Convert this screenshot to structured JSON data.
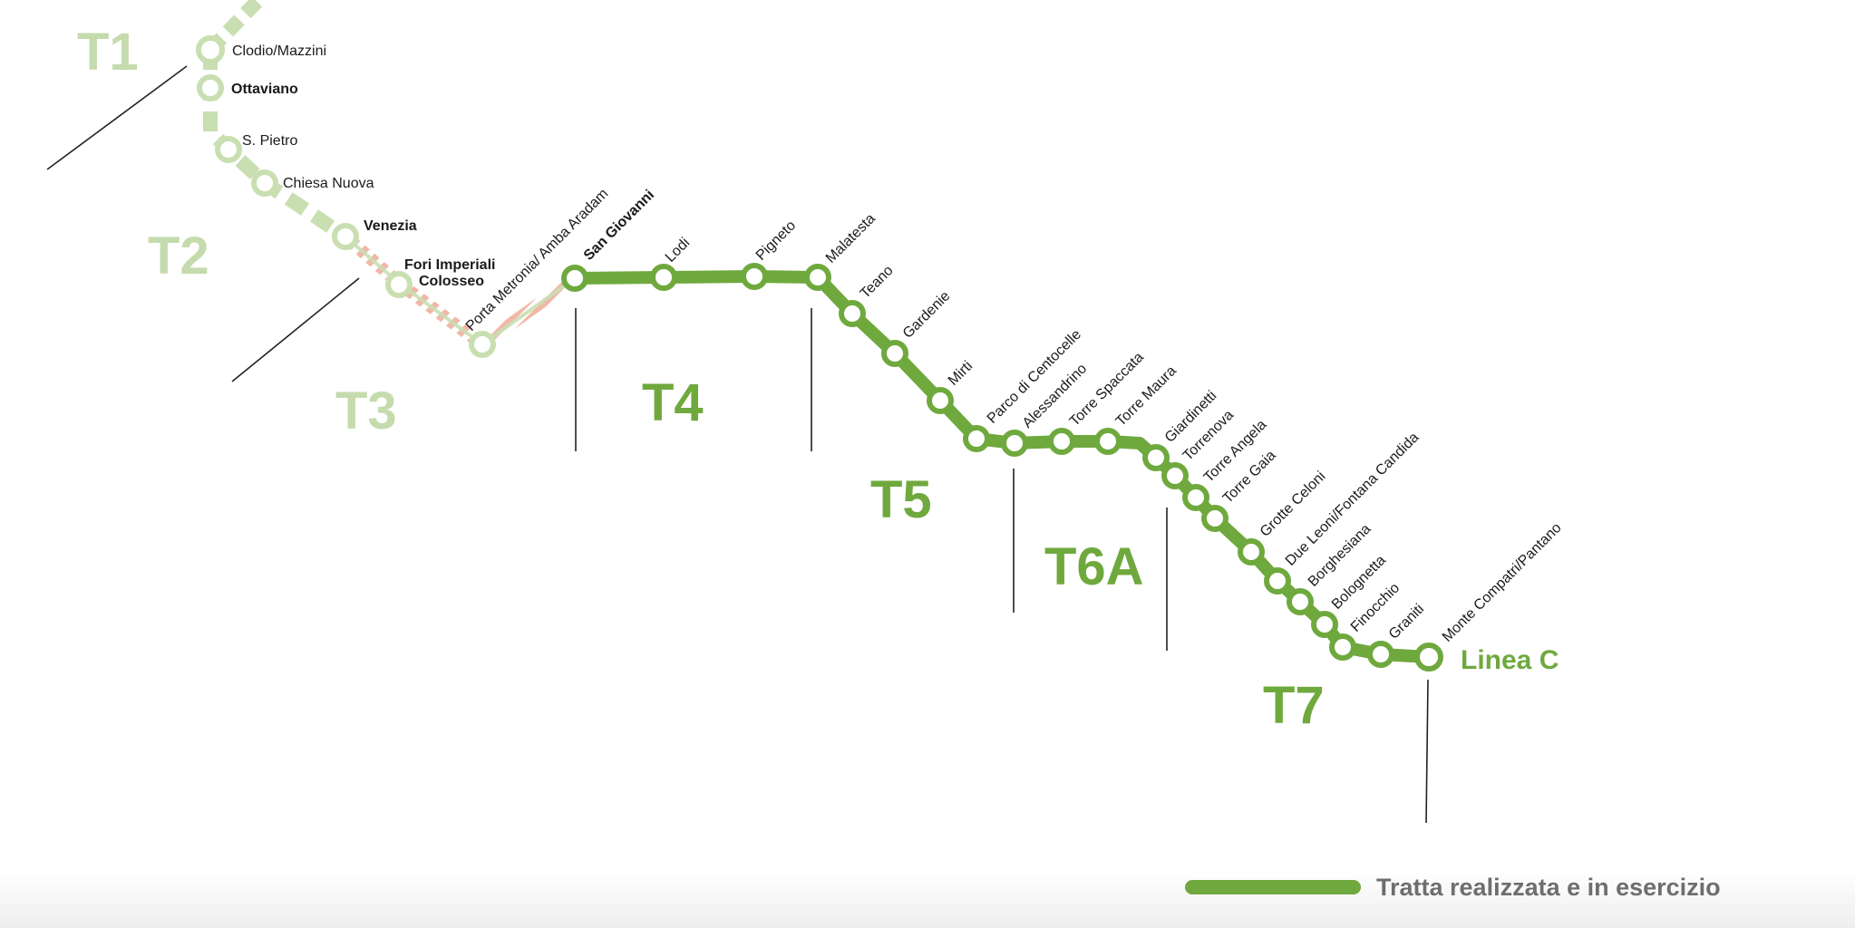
{
  "line_name": "Linea C",
  "colors": {
    "active": "#6fa93e",
    "planned": "#c9dfb2",
    "segment_label_planned": "#c5dbad",
    "construction_stripe": "#f0b8a8",
    "legend_text": "#6e6e6e"
  },
  "legend": {
    "label": "Tratta realizzata e in esercizio"
  },
  "segments": [
    {
      "label": "T1",
      "status": "planned"
    },
    {
      "label": "T2",
      "status": "planned"
    },
    {
      "label": "T3",
      "status": "planned"
    },
    {
      "label": "T4",
      "status": "active"
    },
    {
      "label": "T5",
      "status": "active"
    },
    {
      "label": "T6A",
      "status": "active"
    },
    {
      "label": "T7",
      "status": "active"
    }
  ],
  "stations": [
    {
      "name": "Clodio/Mazzini",
      "bold": false,
      "status": "planned"
    },
    {
      "name": "Ottaviano",
      "bold": true,
      "status": "planned"
    },
    {
      "name": "S. Pietro",
      "bold": false,
      "status": "planned"
    },
    {
      "name": "Chiesa Nuova",
      "bold": false,
      "status": "planned"
    },
    {
      "name": "Venezia",
      "bold": true,
      "status": "planned"
    },
    {
      "name": "Fori Imperiali",
      "name_line2": "Colosseo",
      "bold": true,
      "status": "planned"
    },
    {
      "name": "Porta Metronia/ Amba Aradam",
      "bold": false,
      "status": "planned"
    },
    {
      "name": "San Giovanni",
      "bold": true,
      "status": "active"
    },
    {
      "name": "Lodi",
      "bold": false,
      "status": "active"
    },
    {
      "name": "Pigneto",
      "bold": false,
      "status": "active"
    },
    {
      "name": "Malatesta",
      "bold": false,
      "status": "active"
    },
    {
      "name": "Teano",
      "bold": false,
      "status": "active"
    },
    {
      "name": "Gardenie",
      "bold": false,
      "status": "active"
    },
    {
      "name": "Mirti",
      "bold": false,
      "status": "active"
    },
    {
      "name": "Parco di Centocelle",
      "bold": false,
      "status": "active"
    },
    {
      "name": "Alessandrino",
      "bold": false,
      "status": "active"
    },
    {
      "name": "Torre Spaccata",
      "bold": false,
      "status": "active"
    },
    {
      "name": "Torre Maura",
      "bold": false,
      "status": "active"
    },
    {
      "name": "Giardinetti",
      "bold": false,
      "status": "active"
    },
    {
      "name": "Torrenova",
      "bold": false,
      "status": "active"
    },
    {
      "name": "Torre Angela",
      "bold": false,
      "status": "active"
    },
    {
      "name": "Torre Gaia",
      "bold": false,
      "status": "active"
    },
    {
      "name": "Grotte Celoni",
      "bold": false,
      "status": "active"
    },
    {
      "name": "Due Leoni/Fontana Candida",
      "bold": false,
      "status": "active"
    },
    {
      "name": "Borghesiana",
      "bold": false,
      "status": "active"
    },
    {
      "name": "Bolognetta",
      "bold": false,
      "status": "active"
    },
    {
      "name": "Finocchio",
      "bold": false,
      "status": "active"
    },
    {
      "name": "Graniti",
      "bold": false,
      "status": "active"
    },
    {
      "name": "Monte Compatri/Pantano",
      "bold": false,
      "status": "active"
    }
  ]
}
